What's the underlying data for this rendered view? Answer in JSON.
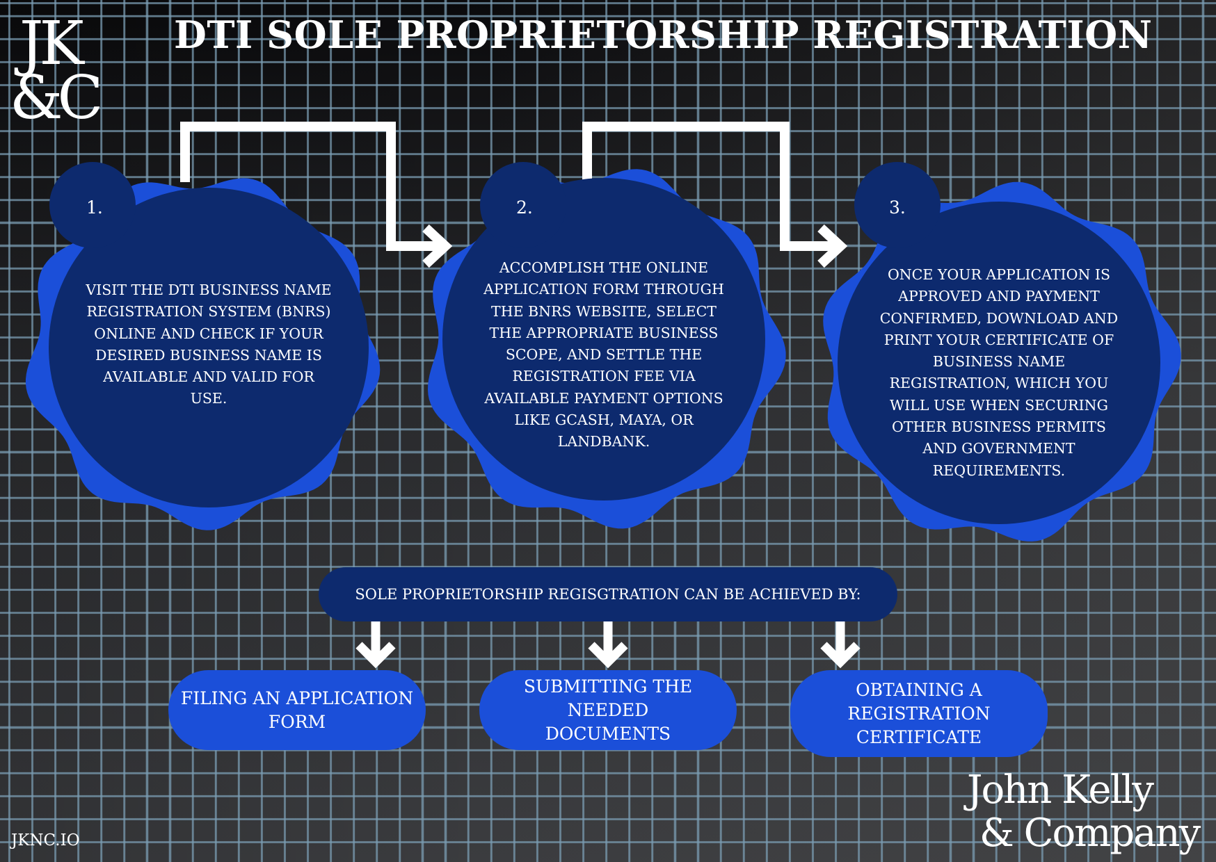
{
  "title": "DTI SOLE PROPRIETORSHIP REGISTRATION",
  "logo": {
    "line1": "JK",
    "line2": "&C"
  },
  "steps": [
    {
      "number": "1.",
      "text": "VISIT THE DTI BUSINESS NAME REGISTRATION SYSTEM (BNRS) ONLINE AND CHECK IF YOUR DESIRED BUSINESS NAME IS AVAILABLE AND VALID FOR USE."
    },
    {
      "number": "2.",
      "text": "ACCOMPLISH THE ONLINE APPLICATION FORM THROUGH THE BNRS WEBSITE, SELECT THE APPROPRIATE BUSINESS SCOPE, AND SETTLE THE REGISTRATION FEE VIA AVAILABLE PAYMENT OPTIONS LIKE GCASH, MAYA, OR LANDBANK."
    },
    {
      "number": "3.",
      "text": "ONCE YOUR APPLICATION IS APPROVED AND PAYMENT CONFIRMED, DOWNLOAD AND PRINT YOUR CERTIFICATE OF BUSINESS NAME REGISTRATION, WHICH YOU WILL USE WHEN SECURING OTHER BUSINESS PERMITS AND GOVERNMENT REQUIREMENTS."
    }
  ],
  "banner": "SOLE PROPRIETORSHIP REGISGTRATION CAN BE ACHIEVED BY:",
  "methods": [
    "FILING AN APPLICATION FORM",
    "SUBMITTING THE NEEDED DOCUMENTS",
    "OBTAINING A REGISTRATION CERTIFICATE"
  ],
  "brand": {
    "line1": "John Kelly",
    "line2": "& Company"
  },
  "footer_url": "JKNC.IO",
  "colors": {
    "circle_dark": "#0d2a6e",
    "circle_bright": "#1b4fd9",
    "grid": "#7a9cb2",
    "arrow": "#ffffff"
  }
}
